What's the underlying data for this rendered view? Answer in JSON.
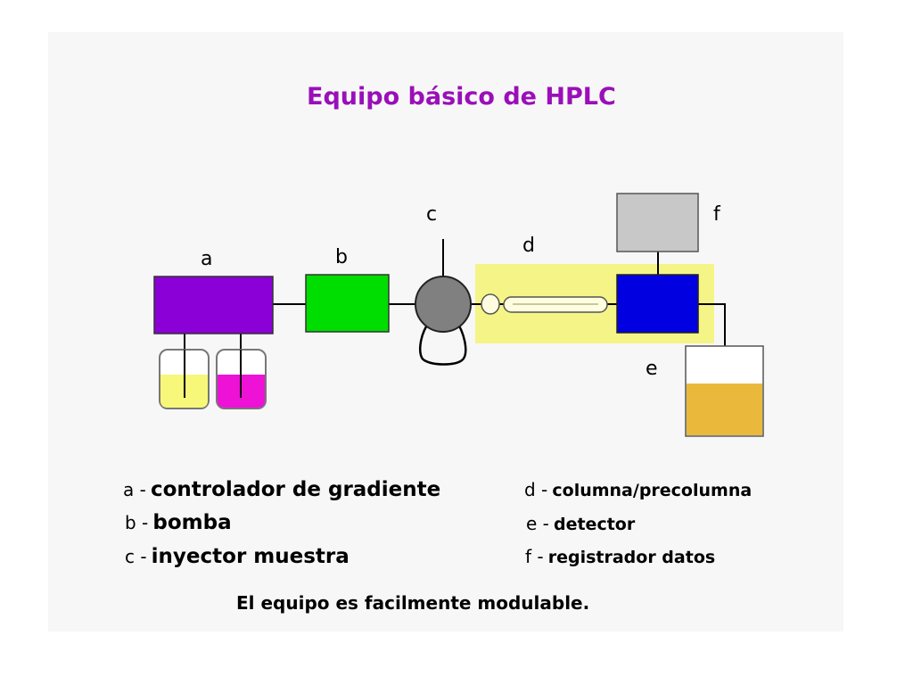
{
  "title": "Equipo básico de HPLC",
  "labels": {
    "a": "a",
    "b": "b",
    "c": "c",
    "d": "d",
    "e": "e",
    "f": "f"
  },
  "colors": {
    "controller": "#8b00d6",
    "pump": "#00dd00",
    "injector": "#808080",
    "detector": "#0000e0",
    "recorder": "#c8c8c8",
    "column_zone": "#f5f587",
    "reservoir_left": "#f7f77a",
    "reservoir_right": "#ee11d6",
    "waste": "#eab83a",
    "title": "#9a0fb8"
  },
  "legend": {
    "left": [
      {
        "key": "a -",
        "text": "controlador de gradiente"
      },
      {
        "key": "b -",
        "text": "bomba"
      },
      {
        "key": "c -",
        "text": "inyector muestra"
      }
    ],
    "right": [
      {
        "key": "d -",
        "text": "columna/precolumna"
      },
      {
        "key": "e -",
        "text": "detector"
      },
      {
        "key": "f -",
        "text": "registrador  datos"
      }
    ]
  },
  "note": "El equipo es facilmente modulable."
}
